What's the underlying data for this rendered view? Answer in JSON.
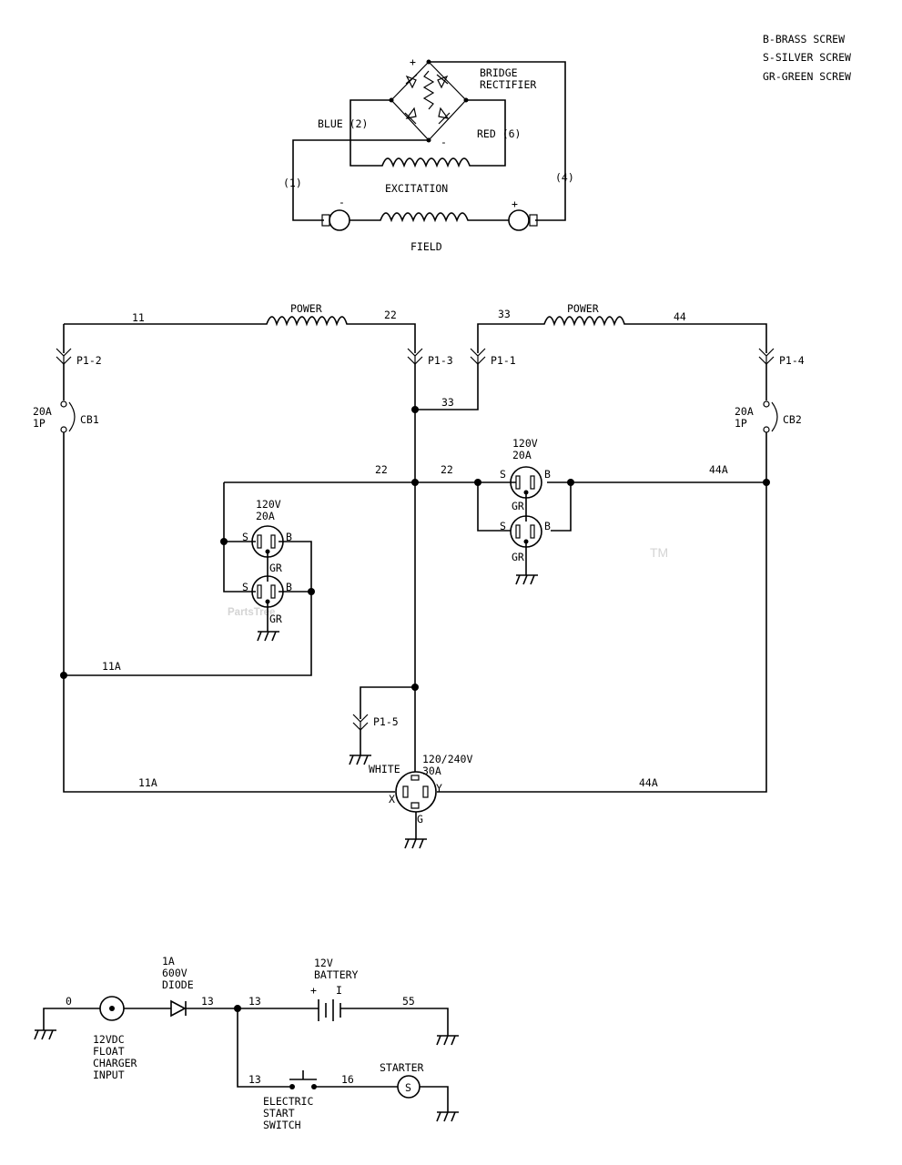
{
  "legend": [
    "B-BRASS SCREW",
    "S-SILVER SCREW",
    "GR-GREEN SCREW"
  ],
  "watermark": {
    "text": "PartsTree",
    "tm": "TM"
  },
  "exciter": {
    "rectifier": "BRIDGE\nRECTIFIER",
    "plus": "+",
    "minus": "-",
    "blue": "BLUE (2)",
    "red": "RED (6)",
    "excitation": "EXCITATION",
    "wire1": "(1)",
    "wire4": "(4)",
    "field_minus": "-",
    "field_plus": "+",
    "field": "FIELD"
  },
  "power": {
    "winding1": "POWER",
    "winding2": "POWER",
    "w11": "11",
    "w22": "22",
    "w33": "33",
    "w44": "44",
    "w33b": "33",
    "p12": "P1-2",
    "p13": "P1-3",
    "p11": "P1-1",
    "p14": "P1-4",
    "p15": "P1-5",
    "cb1_rating": "20A\n1P",
    "cb1": "CB1",
    "cb2_rating": "20A\n1P",
    "cb2": "CB2",
    "w22_left": "22",
    "w22_right": "22",
    "w44a_top": "44A",
    "w11a_mid": "11A",
    "w11a_bot": "11A",
    "w44a_bot": "44A",
    "r1_rating": "120V\n20A",
    "r2_rating": "120V\n20A",
    "r3_rating": "120/240V\n30A",
    "S": "S",
    "B": "B",
    "GR": "GR",
    "white": "WHITE",
    "X": "X",
    "Y": "Y",
    "G": "G"
  },
  "start": {
    "w0": "0",
    "charger": "12VDC\nFLOAT\nCHARGER\nINPUT",
    "diode": "1A\n600V\nDIODE",
    "w13a": "13",
    "w13b": "13",
    "w13c": "13",
    "battery": "12V\nBATTERY",
    "bat_plus": "+",
    "bat_minus": "I",
    "w55": "55",
    "w16": "16",
    "starter": "STARTER",
    "starter_symbol": "S",
    "switch": "ELECTRIC\nSTART\nSWITCH"
  }
}
